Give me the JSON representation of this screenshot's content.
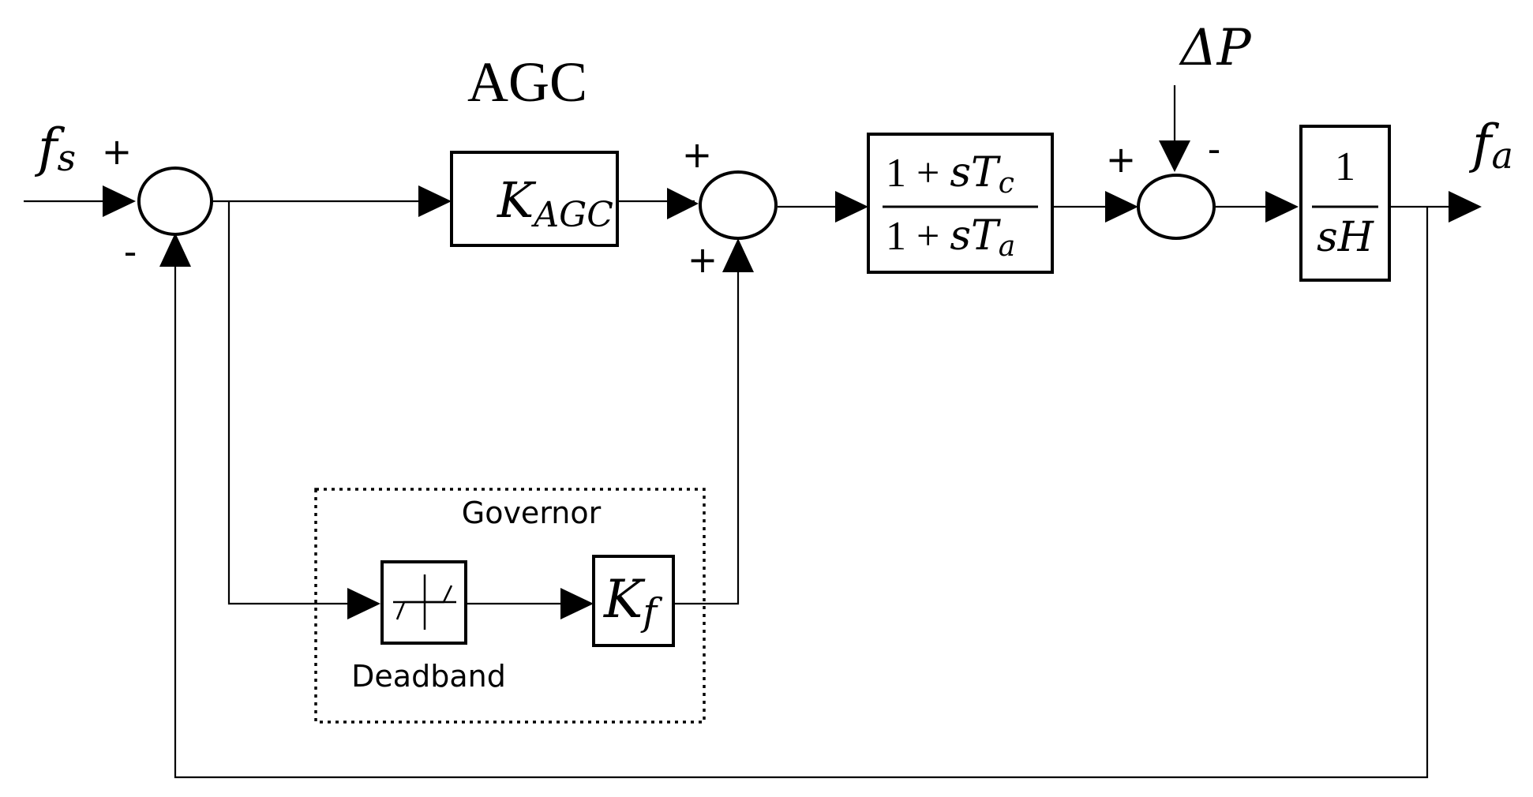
{
  "signals": {
    "input_base": "f",
    "input_sub": "s",
    "output_base": "f",
    "output_sub": "a",
    "disturbance": "ΔP"
  },
  "agc": {
    "title": "AGC",
    "gain_base": "K",
    "gain_sub": "AGC"
  },
  "lead_lag": {
    "num_prefix": "1 + ",
    "num_var": "sT",
    "num_sub": "c",
    "den_prefix": "1 + ",
    "den_var": "sT",
    "den_sub": "a"
  },
  "inertia": {
    "num": "1",
    "den": "sH"
  },
  "governor": {
    "title": "Governor",
    "deadband_label": "Deadband",
    "gain_base": "K",
    "gain_sub": "f"
  },
  "signs": {
    "sum1_top": "+",
    "sum1_bottom": "-",
    "sum2_top": "+",
    "sum2_bottom": "+",
    "sum3_left": "+",
    "sum3_top": "-"
  }
}
